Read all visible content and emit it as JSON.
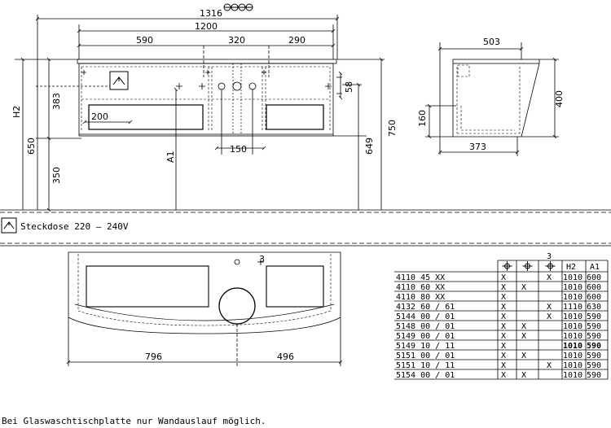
{
  "front_view": {
    "dim_overall": "1316",
    "dim_width": "1200",
    "dim_left": "590",
    "dim_mid": "320",
    "dim_right": "290",
    "dim_drawer": "200",
    "dim_siphon": "150",
    "dim_hole": "58",
    "label_h2": "H2",
    "label_383": "383",
    "label_650": "650",
    "label_350": "350",
    "label_a1": "A1",
    "label_649": "649",
    "label_750": "750"
  },
  "side_view": {
    "dim_depth": "503",
    "dim_height": "400",
    "dim_160": "160",
    "dim_373": "373"
  },
  "socket_legend": "Steckdose 220 – 240V",
  "plan_view": {
    "dim_left": "796",
    "dim_right": "496",
    "label_3": "3"
  },
  "table": {
    "headers": [
      "",
      "⌖",
      "⌖",
      "⌖",
      "H2",
      "A1"
    ],
    "header_sup": "3",
    "rows": [
      {
        "code": "4110 45 XX",
        "c1": "X",
        "c2": "",
        "c3": "X",
        "h2": "1010",
        "a1": "600",
        "bold": false
      },
      {
        "code": "4110 60 XX",
        "c1": "X",
        "c2": "X",
        "c3": "",
        "h2": "1010",
        "a1": "600",
        "bold": false
      },
      {
        "code": "4110 80 XX",
        "c1": "X",
        "c2": "",
        "c3": "",
        "h2": "1010",
        "a1": "600",
        "bold": false
      },
      {
        "code": "4132 60 / 61",
        "c1": "X",
        "c2": "",
        "c3": "X",
        "h2": "1110",
        "a1": "630",
        "bold": false
      },
      {
        "code": "5144 00 / 01",
        "c1": "X",
        "c2": "",
        "c3": "X",
        "h2": "1010",
        "a1": "590",
        "bold": false
      },
      {
        "code": "5148 00 / 01",
        "c1": "X",
        "c2": "X",
        "c3": "",
        "h2": "1010",
        "a1": "590",
        "bold": false
      },
      {
        "code": "5149 00 / 01",
        "c1": "X",
        "c2": "X",
        "c3": "",
        "h2": "1010",
        "a1": "590",
        "bold": false
      },
      {
        "code": "5149 10 / 11",
        "c1": "X",
        "c2": "",
        "c3": "",
        "h2": "1010",
        "a1": "590",
        "bold": true
      },
      {
        "code": "5151 00 / 01",
        "c1": "X",
        "c2": "X",
        "c3": "",
        "h2": "1010",
        "a1": "590",
        "bold": false
      },
      {
        "code": "5151 10 / 11",
        "c1": "X",
        "c2": "",
        "c3": "X",
        "h2": "1010",
        "a1": "590",
        "bold": false
      },
      {
        "code": "5154 00 / 01",
        "c1": "X",
        "c2": "X",
        "c3": "",
        "h2": "1010",
        "a1": "590",
        "bold": false
      }
    ]
  },
  "footnote": "Bei Glaswaschtischplatte nur Wandauslauf möglich."
}
